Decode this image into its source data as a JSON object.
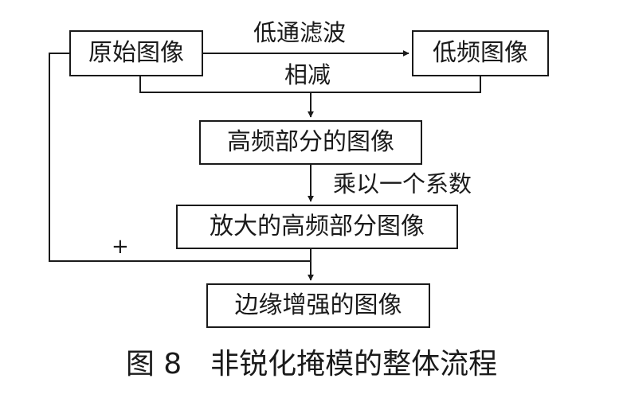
{
  "nodes": {
    "original": "原始图像",
    "lowfreq": "低频图像",
    "highfreq": "高频部分的图像",
    "amplified": "放大的高频部分图像",
    "enhanced": "边缘增强的图像"
  },
  "edge_labels": {
    "lowpass": "低通滤波",
    "subtract": "相减",
    "multiply": "乘以一个系数",
    "plus": "+"
  },
  "caption": "图 8　非锐化掩模的整体流程",
  "colors": {
    "line": "#1a1a1a",
    "background": "#ffffff"
  }
}
